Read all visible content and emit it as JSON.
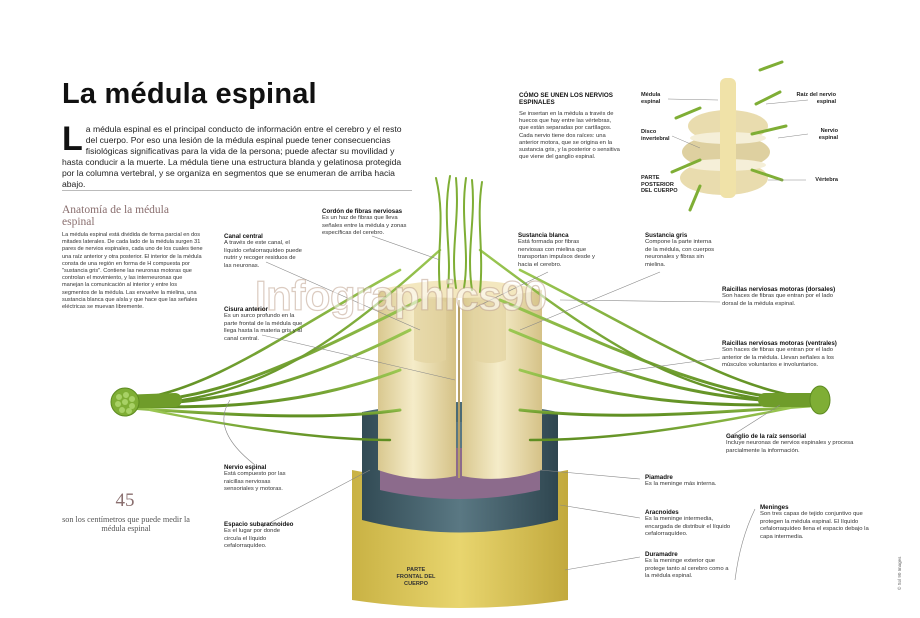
{
  "title": "La médula espinal",
  "intro": {
    "dropcap": "L",
    "text": "a médula espinal es el principal conducto de información entre el cerebro y el resto del cuerpo. Por eso una lesión de la médula espinal puede tener consecuencias fisiológicas significativas para la vida de la persona; puede afectar su movilidad y hasta conducir a la muerte. La médula tiene una estructura blanda y gelatinosa protegida por la columna vertebral, y se organiza en segmentos que se enumeran de arriba hacia abajo."
  },
  "sidebar": {
    "title": "Anatomía de la médula espinal",
    "body": "La médula espinal está dividida de forma parcial en dos mitades laterales. De cada lado de la médula surgen 31 pares de nervios espinales, cada uno de los cuales tiene una raíz anterior y otra posterior. El interior de la médula consta de una región en forma de H compuesta por \"sustancia gris\". Contiene las neuronas motoras que controlan el movimiento, y las interneuronas que manejan la comunicación al interior y entre los segmentos de la médula. Las envuelve la mielina, una sustancia blanca que aísla y que hace que las señales eléctricas se muevan libremente."
  },
  "stat": {
    "number": "45",
    "caption": "son los centímetros que puede medir la médula espinal"
  },
  "nerve_union": {
    "title": "CÓMO SE UNEN LOS NERVIOS ESPINALES",
    "body": "Se insertan en la médula a través de huecos que hay entre las vértebras, que están separadas por cartílagos. Cada nervio tiene dos raíces: una anterior motora, que se origina en la sustancia gris, y la posterior o sensitiva que viene del ganglio espinal."
  },
  "inset_labels": {
    "medula": "Médula espinal",
    "raiz": "Raíz del nervio espinal",
    "disco": "Disco invertebral",
    "nervio": "Nervio espinal",
    "vertebra": "Vértebra",
    "posterior": "PARTE POSTERIOR DEL CUERPO"
  },
  "labels": {
    "cordon": {
      "title": "Cordón de fibras nerviosas",
      "text": "Es un haz de fibras que lleva señales entre la médula y zonas específicas del cerebro."
    },
    "canal": {
      "title": "Canal central",
      "text": "A través de este canal, el líquido cefalorraquídeo puede nutrir y recoger residuos de las neuronas."
    },
    "cisura": {
      "title": "Cisura anterior",
      "text": "Es un surco profundo en la parte frontal de la médula que llega hasta la materia gris y al canal central."
    },
    "blanca": {
      "title": "Sustancia blanca",
      "text": "Está formada por fibras nerviosas con mielina que transportan impulsos desde y hacia el cerebro."
    },
    "gris": {
      "title": "Sustancia gris",
      "text": "Compone la parte interna de la médula, con cuerpos neuronales y fibras sin mielina."
    },
    "dorsales": {
      "title": "Raicillas nerviosas motoras (dorsales)",
      "text": "Son haces de fibras que entran por el lado dorsal de la médula espinal."
    },
    "ventrales": {
      "title": "Raicillas nerviosas motoras (ventrales)",
      "text": "Son haces de fibras que entran por el lado anterior de la médula. Llevan señales a los músculos voluntarios e involuntarios."
    },
    "ganglio": {
      "title": "Ganglio de la raíz sensorial",
      "text": "Incluye neuronas de nervios espinales y procesa parcialmente la información."
    },
    "nervio": {
      "title": "Nervio espinal",
      "text": "Está compuesto por las raicillas nerviosas sensoriales y motoras."
    },
    "subaracnoideo": {
      "title": "Espacio subaracnoideo",
      "text": "Es el lugar por donde circula el líquido cefalorraquídeo."
    },
    "piamadre": {
      "title": "Piamadre",
      "text": "Es la meninge más interna."
    },
    "aracnoides": {
      "title": "Aracnoides",
      "text": "Es la meninge intermedia, encargada de distribuir el líquido cefalorraquídeo."
    },
    "duramadre": {
      "title": "Duramadre",
      "text": "Es la meninge exterior que protege tanto al cerebro como a la médula espinal."
    },
    "meninges": {
      "title": "Meninges",
      "text": "Son tres capas de tejido conjuntivo que protegen la médula espinal. El líquido cefalorraquídeo llena el espacio debajo la capa intermedia."
    }
  },
  "frontal": "PARTE FRONTAL DEL CUERPO",
  "watermark": "Infographics90",
  "credit": "© Sol 90 Images",
  "colors": {
    "nerve": "#7fae35",
    "white_matter": "#efe2b8",
    "dura": "#d8c45a",
    "arachnoid": "#3f5c66",
    "pia": "#8c6b8c",
    "accent": "#8a6f6f"
  }
}
